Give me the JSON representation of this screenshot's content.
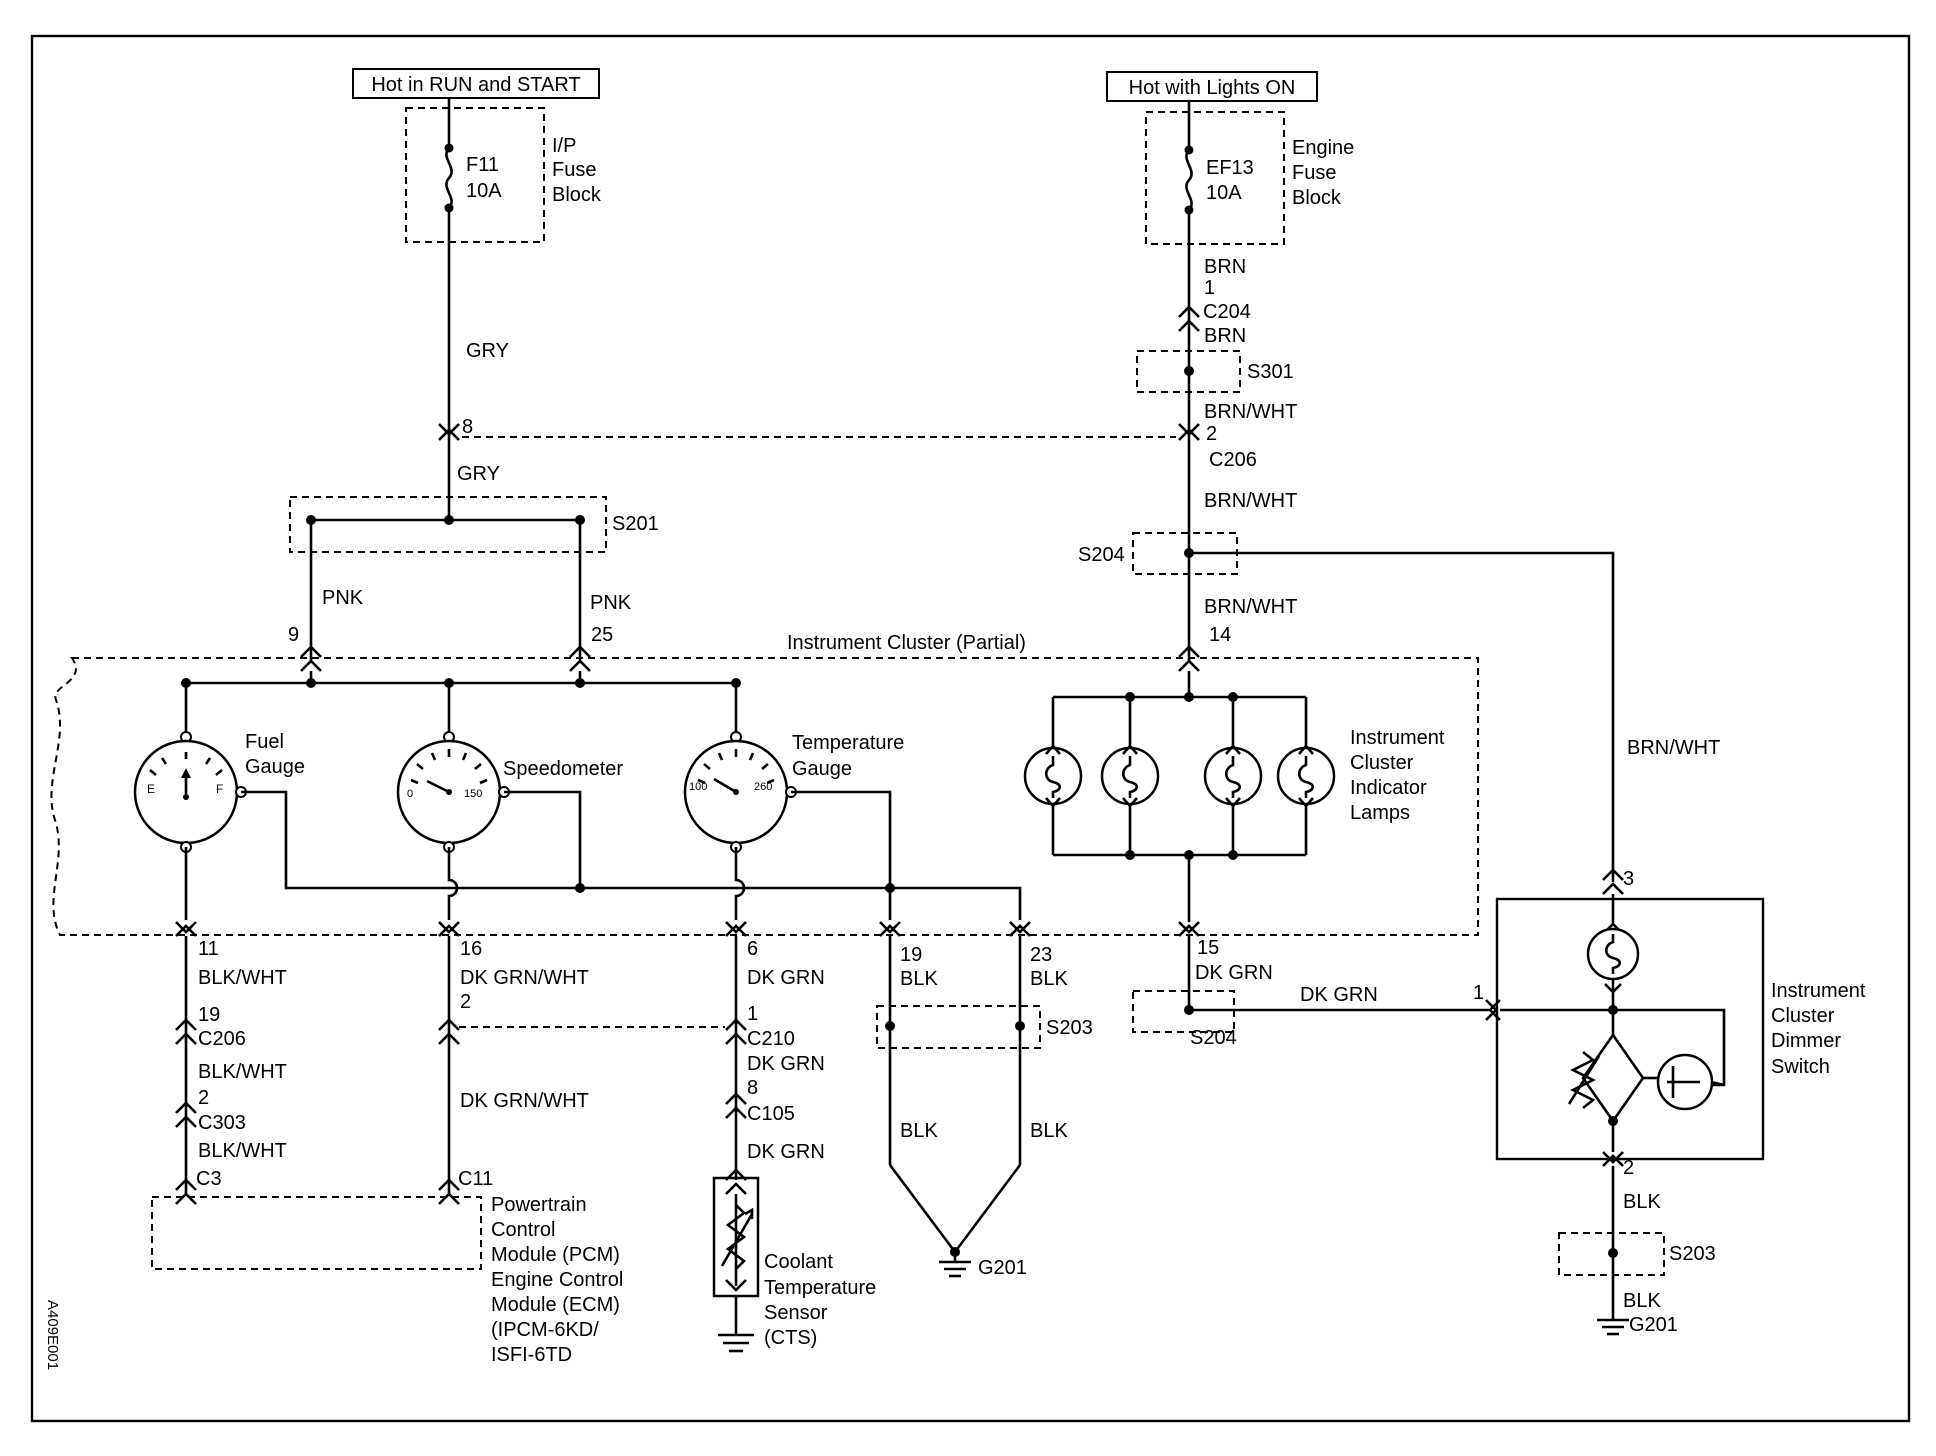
{
  "diagram": {
    "figure_id": "A409E001",
    "power_sources": {
      "run_start": "Hot in RUN and START",
      "lights_on": "Hot with Lights ON"
    },
    "fuses": {
      "f11": {
        "name": "F11",
        "rating": "10A",
        "block": [
          "I/P",
          "Fuse",
          "Block"
        ]
      },
      "ef13": {
        "name": "EF13",
        "rating": "10A",
        "block": [
          "Engine",
          "Fuse",
          "Block"
        ]
      }
    },
    "wires": {
      "gry_upper": "GRY",
      "gry_lower": "GRY",
      "pnk_left": "PNK",
      "pnk_right": "PNK",
      "brn_1": "BRN",
      "brn_2": "BRN",
      "brn_wht_1": "BRN/WHT",
      "brn_wht_2": "BRN/WHT",
      "brn_wht_3": "BRN/WHT",
      "brn_wht_right": "BRN/WHT",
      "blk_wht_1": "BLK/WHT",
      "blk_wht_2": "BLK/WHT",
      "blk_wht_3": "BLK/WHT",
      "dk_grn_wht_1": "DK GRN/WHT",
      "dk_grn_wht_2": "DK GRN/WHT",
      "dk_grn_1": "DK GRN",
      "dk_grn_2": "DK GRN",
      "dk_grn_3": "DK GRN",
      "dk_grn_15": "DK GRN",
      "dk_grn_dimmer": "DK GRN",
      "blk_19": "BLK",
      "blk_23": "BLK",
      "blk_left_lower": "BLK",
      "blk_right_lower": "BLK",
      "blk_dimmer_1": "BLK",
      "blk_dimmer_2": "BLK"
    },
    "pins": {
      "p8": "8",
      "p2_c206": "2",
      "p1_c204": "1",
      "p9": "9",
      "p25": "25",
      "p14": "14",
      "p11": "11",
      "p16": "16",
      "p6": "6",
      "p19": "19",
      "p23": "23",
      "p15": "15",
      "p19_c206": "19",
      "p2_c206_lower": "2",
      "p1_c210": "1",
      "p2_c303": "2",
      "p8_c105": "8",
      "p3_dimmer": "3",
      "p1_dimmer": "1",
      "p2_dimmer": "2"
    },
    "connectors": {
      "c204": "C204",
      "c206_top": "C206",
      "c206_left": "C206",
      "c210": "C210",
      "c105": "C105",
      "c303": "C303",
      "c3": "C3",
      "c11": "C11"
    },
    "splices": {
      "s201": "S201",
      "s301": "S301",
      "s204_upper": "S204",
      "s204_lower": "S204",
      "s203_mid": "S203",
      "s203_right": "S203"
    },
    "grounds": {
      "g201_mid": "G201",
      "g201_right": "G201"
    },
    "components": {
      "cluster_title": "Instrument Cluster (Partial)",
      "fuel_gauge": [
        "Fuel",
        "Gauge"
      ],
      "fuel_e": "E",
      "fuel_f": "F",
      "speedometer": "Speedometer",
      "speedo_min": "0",
      "speedo_max": "150",
      "temperature_gauge": [
        "Temperature",
        "Gauge"
      ],
      "temp_min": "100",
      "temp_max": "260",
      "indicator_lamps": [
        "Instrument",
        "Cluster",
        "Indicator",
        "Lamps"
      ],
      "dimmer_switch": [
        "Instrument",
        "Cluster",
        "Dimmer",
        "Switch"
      ],
      "pcm": [
        "Powertrain",
        "Control",
        "Module (PCM)",
        "Engine Control",
        "Module (ECM)",
        "(IPCM-6KD/",
        "ISFI-6TD"
      ],
      "cts": [
        "Coolant",
        "Temperature",
        "Sensor",
        "(CTS)"
      ]
    }
  }
}
